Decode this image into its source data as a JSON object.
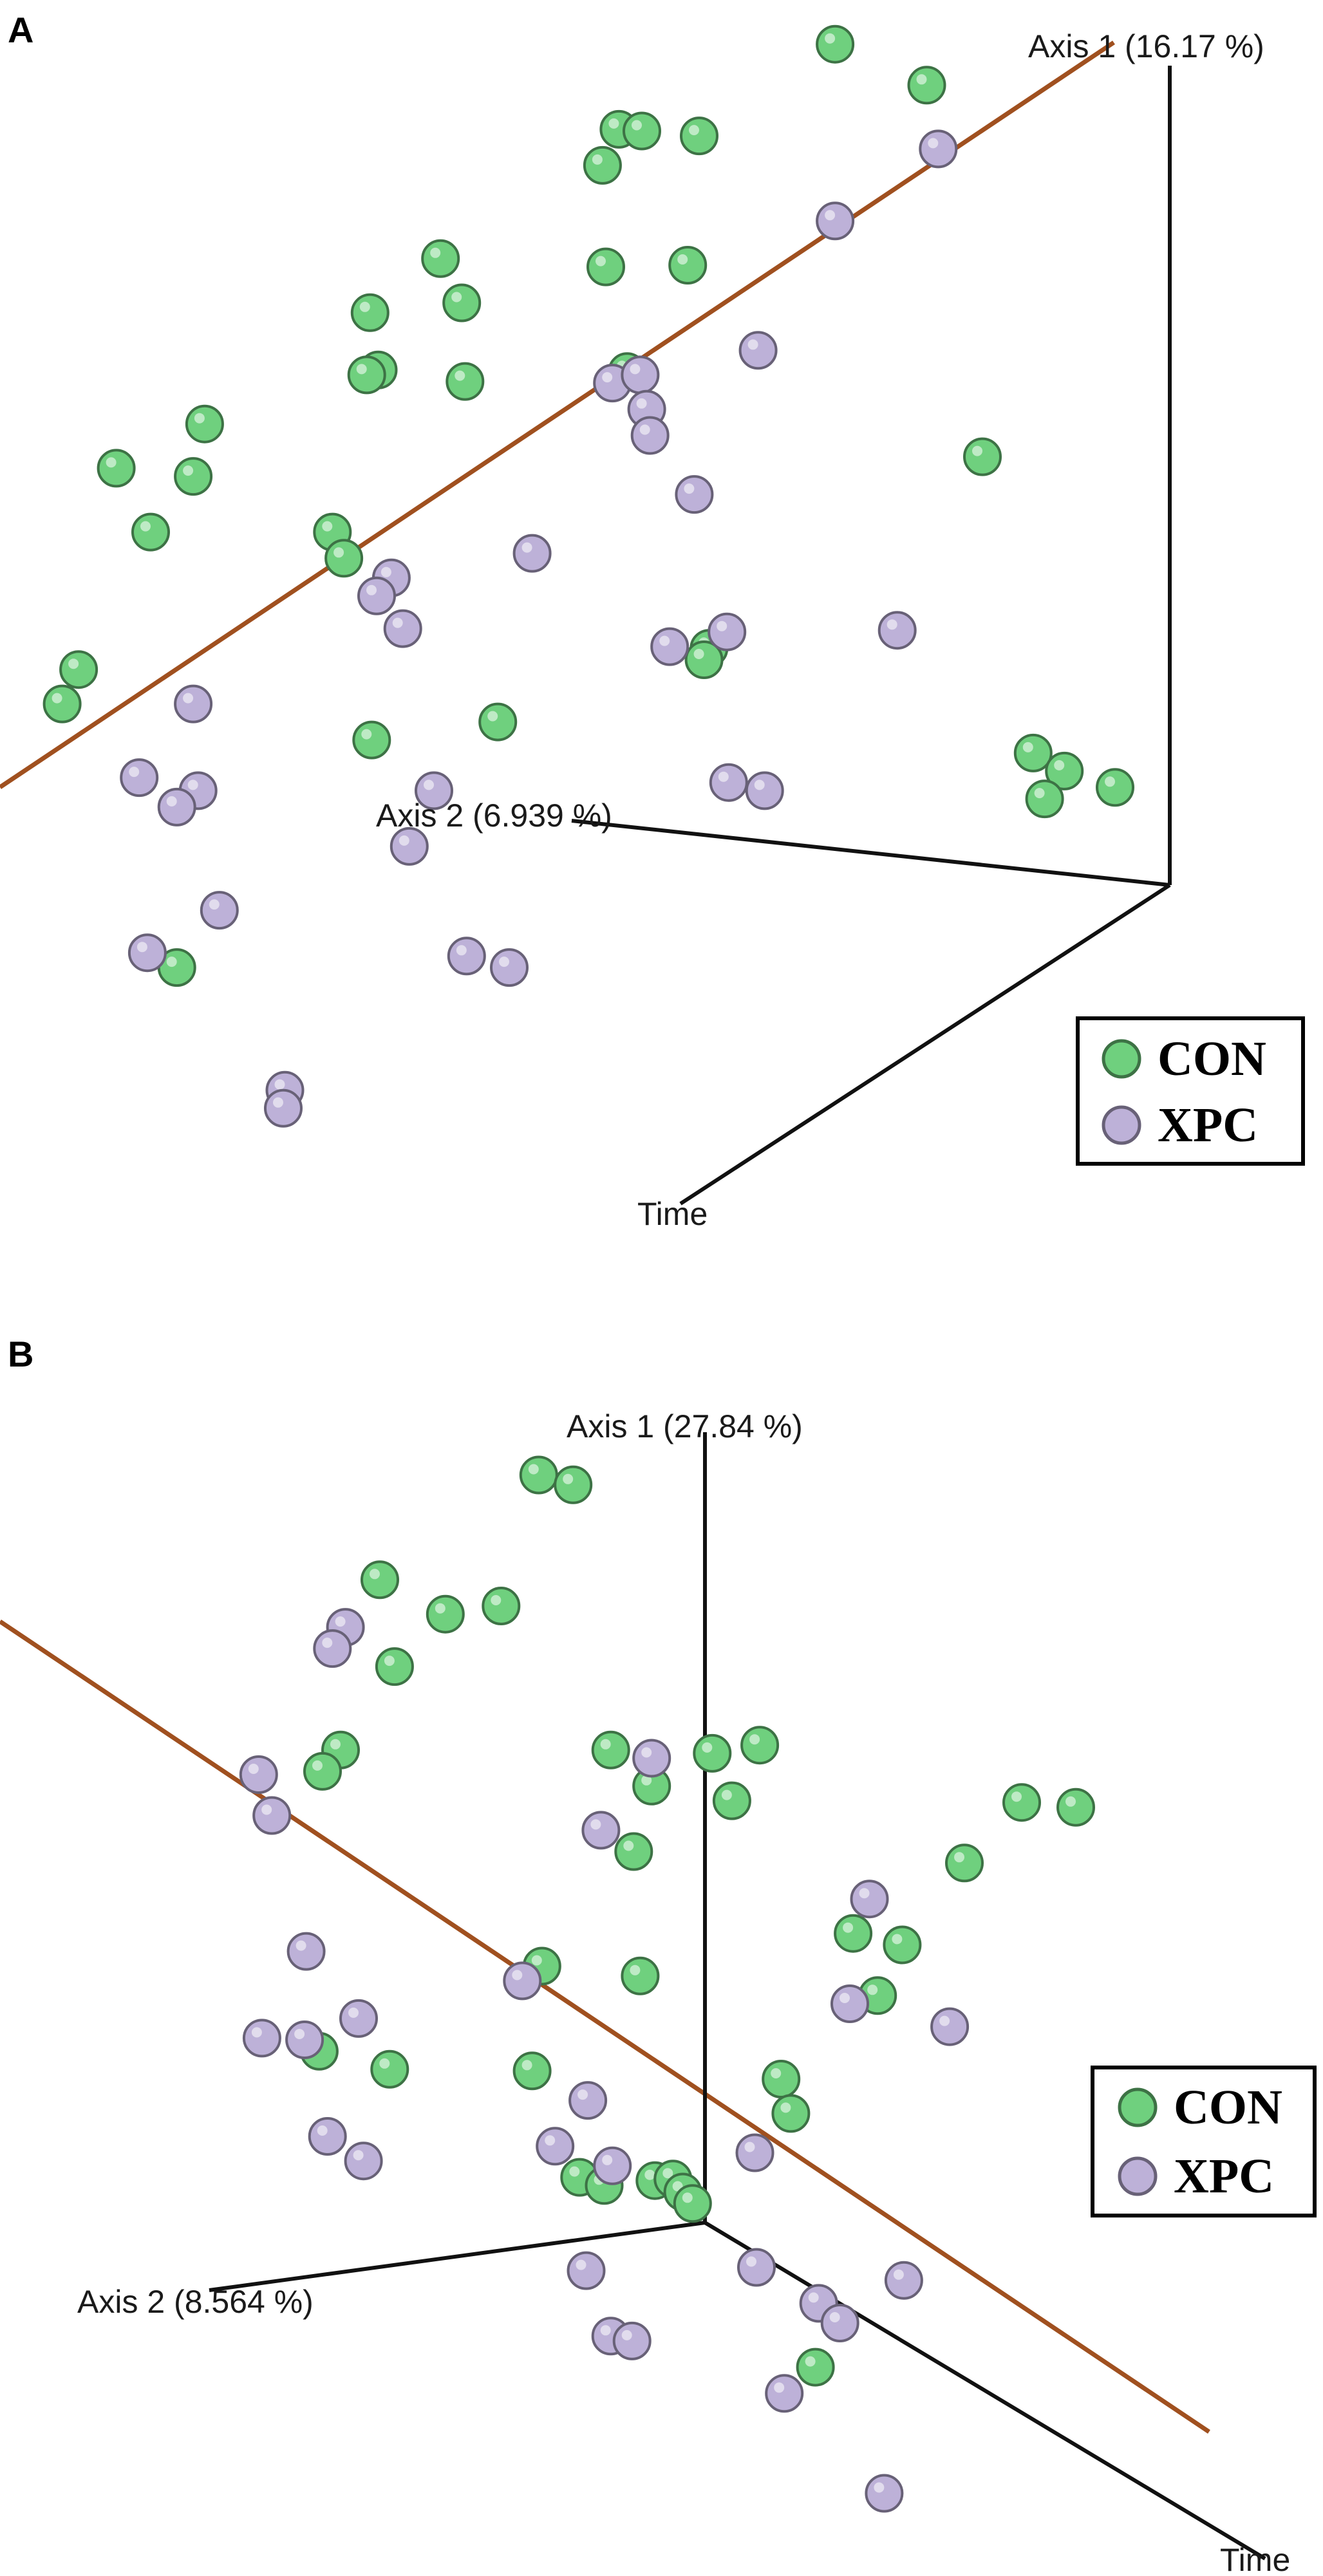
{
  "colors": {
    "CON": "#6fd07e",
    "XPC": "#bdb1d8",
    "separator": "#a0501f"
  },
  "chart_data": [
    {
      "type": "scatter",
      "panel_label": "A",
      "axes": {
        "axis1": "Axis 1 (16.17 %)",
        "axis2": "Axis 2 (6.939 %)",
        "time": "Time"
      },
      "legend": {
        "placement": "bottom-right",
        "entries": [
          "CON",
          "XPC"
        ]
      },
      "series": [
        {
          "name": "CON",
          "points": [
            [
              510,
              27
            ],
            [
              566,
              52
            ],
            [
              378,
              79
            ],
            [
              392,
              80
            ],
            [
              427,
              83
            ],
            [
              368,
              101
            ],
            [
              269,
              158
            ],
            [
              370,
              163
            ],
            [
              420,
              162
            ],
            [
              282,
              185
            ],
            [
              226,
              191
            ],
            [
              284,
              233
            ],
            [
              231,
              226
            ],
            [
              224,
              229
            ],
            [
              383,
              227
            ],
            [
              125,
              259
            ],
            [
              71,
              286
            ],
            [
              118,
              291
            ],
            [
              600,
              279
            ],
            [
              92,
              325
            ],
            [
              203,
              325
            ],
            [
              210,
              341
            ],
            [
              48,
              409
            ],
            [
              38,
              430
            ],
            [
              433,
              396
            ],
            [
              430,
              403
            ],
            [
              304,
              441
            ],
            [
              227,
              452
            ],
            [
              631,
              460
            ],
            [
              650,
              471
            ],
            [
              638,
              488
            ],
            [
              681,
              481
            ],
            [
              108,
              591
            ]
          ]
        },
        {
          "name": "XPC",
          "points": [
            [
              573,
              91
            ],
            [
              510,
              135
            ],
            [
              463,
              214
            ],
            [
              374,
              234
            ],
            [
              391,
              229
            ],
            [
              395,
              250
            ],
            [
              397,
              266
            ],
            [
              424,
              302
            ],
            [
              325,
              338
            ],
            [
              239,
              353
            ],
            [
              230,
              364
            ],
            [
              246,
              384
            ],
            [
              409,
              395
            ],
            [
              444,
              386
            ],
            [
              548,
              385
            ],
            [
              118,
              430
            ],
            [
              85,
              475
            ],
            [
              121,
              483
            ],
            [
              108,
              493
            ],
            [
              265,
              483
            ],
            [
              445,
              478
            ],
            [
              467,
              483
            ],
            [
              250,
              517
            ],
            [
              134,
              556
            ],
            [
              90,
              582
            ],
            [
              285,
              584
            ],
            [
              311,
              591
            ],
            [
              174,
              666
            ],
            [
              173,
              677
            ]
          ]
        }
      ]
    },
    {
      "type": "scatter",
      "panel_label": "B",
      "axes": {
        "axis1": "Axis 1 (27.84 %)",
        "axis2": "Axis 2 (8.564 %)",
        "time": "Time"
      },
      "legend": {
        "placement": "center-right",
        "entries": [
          "CON",
          "XPC"
        ]
      },
      "series": [
        {
          "name": "CON",
          "points": [
            [
              329,
              901
            ],
            [
              350,
              907
            ],
            [
              232,
              965
            ],
            [
              272,
              986
            ],
            [
              306,
              981
            ],
            [
              241,
              1018
            ],
            [
              208,
              1069
            ],
            [
              197,
              1082
            ],
            [
              373,
              1069
            ],
            [
              435,
              1071
            ],
            [
              464,
              1066
            ],
            [
              398,
              1091
            ],
            [
              447,
              1100
            ],
            [
              387,
              1131
            ],
            [
              624,
              1101
            ],
            [
              657,
              1104
            ],
            [
              589,
              1138
            ],
            [
              521,
              1181
            ],
            [
              551,
              1188
            ],
            [
              536,
              1219
            ],
            [
              331,
              1201
            ],
            [
              391,
              1207
            ],
            [
              195,
              1253
            ],
            [
              238,
              1264
            ],
            [
              325,
              1265
            ],
            [
              477,
              1270
            ],
            [
              483,
              1291
            ],
            [
              354,
              1330
            ],
            [
              369,
              1335
            ],
            [
              400,
              1332
            ],
            [
              411,
              1331
            ],
            [
              417,
              1339
            ],
            [
              423,
              1346
            ],
            [
              498,
              1446
            ]
          ]
        },
        {
          "name": "XPC",
          "points": [
            [
              211,
              994
            ],
            [
              203,
              1007
            ],
            [
              158,
              1084
            ],
            [
              166,
              1109
            ],
            [
              398,
              1074
            ],
            [
              367,
              1118
            ],
            [
              531,
              1160
            ],
            [
              187,
              1192
            ],
            [
              519,
              1224
            ],
            [
              319,
              1210
            ],
            [
              219,
              1233
            ],
            [
              160,
              1245
            ],
            [
              186,
              1246
            ],
            [
              580,
              1238
            ],
            [
              359,
              1283
            ],
            [
              200,
              1305
            ],
            [
              222,
              1320
            ],
            [
              339,
              1311
            ],
            [
              374,
              1323
            ],
            [
              461,
              1315
            ],
            [
              358,
              1387
            ],
            [
              462,
              1385
            ],
            [
              552,
              1393
            ],
            [
              500,
              1407
            ],
            [
              513,
              1419
            ],
            [
              373,
              1427
            ],
            [
              386,
              1430
            ],
            [
              479,
              1462
            ],
            [
              540,
              1523
            ]
          ]
        }
      ]
    }
  ]
}
